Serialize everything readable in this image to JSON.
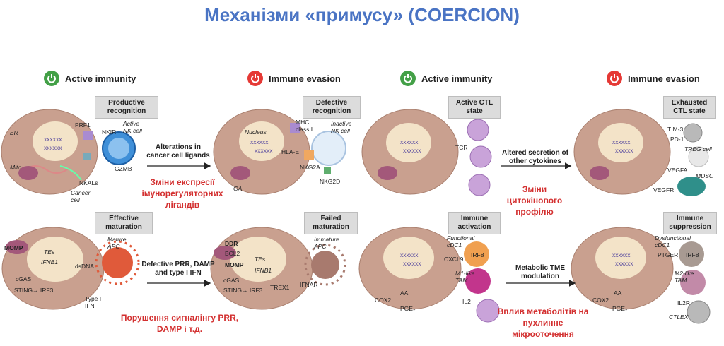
{
  "title": "Механізми «примусу» (COERCION)",
  "headers": {
    "active_immunity_left": "Active immunity",
    "immune_evasion_left": "Immune evasion",
    "active_immunity_right": "Active immunity",
    "immune_evasion_right": "Immune evasion"
  },
  "boxes": {
    "productive_recognition": "Productive recognition",
    "defective_recognition": "Defective recognition",
    "active_ctl": "Active CTL state",
    "exhausted_ctl": "Exhausted CTL state",
    "effective_maturation": "Effective maturation",
    "failed_maturation": "Failed maturation",
    "immune_activation": "Immune activation",
    "immune_suppression": "Immune suppression"
  },
  "arrows": {
    "ligands": "Alterations in cancer cell ligands",
    "cytokines": "Altered secretion of other cytokines",
    "prr": "Defective PRR, DAMP and type I IFN",
    "metabolic": "Metabolic TME modulation"
  },
  "red_notes": {
    "ligands_ua": "Зміни експресії імунорегуляторних лігандів",
    "cytokines_ua": "Зміни цитокінового профілю",
    "prr_ua": "Порушення сигналінгу PRR, DAMP і т.д.",
    "metabolic_ua": "Вплив метаболітів на пухлинне мікрооточення"
  },
  "labels": {
    "er": "ER",
    "mito": "Mito",
    "prf1": "PRF1",
    "nkir": "NKIR",
    "active_nk": "Active NK cell",
    "gzmb": "GZMB",
    "nkals": "NKALs",
    "cancer_cell": "Cancer cell",
    "nucleus": "Nucleus",
    "mhc": "MHC class I",
    "inactive_nk": "Inactive NK cell",
    "hlae": "HLA-E",
    "nkg2a": "NKG2A",
    "nkg2d": "NKG2D",
    "ga": "GA",
    "tcr": "TCR",
    "tim3": "TIM-3",
    "pd1": "PD-1",
    "treg": "TREG cell",
    "vegfa": "VEGFA",
    "vegfr": "VEGFR",
    "mdsc": "MDSC",
    "momp": "MOMP",
    "tes": "TEs",
    "ifnb1": "IFNB1",
    "dsdna": "dsDNA",
    "mature_apc": "Mature APC",
    "cgas": "cGAS",
    "sting_irf3": "STING→ IRF3",
    "type_ifn": "Type I IFN",
    "ddr": "DDR",
    "bcl2": "BCL2",
    "trex1": "TREX1",
    "immature_apc": "Immature APC",
    "ifnar": "IFNAR",
    "func_cdc1": "Functional cDC1",
    "irf8": "IRF8",
    "cxcl9": "CXCL9",
    "m1_tam": "M1-like TAM",
    "il2": "IL2",
    "aa": "AA",
    "cox2": "COX2",
    "pge2": "PGE₂",
    "dys_cdc1": "Dysfunctional cDC1",
    "ptger": "PTGER",
    "m2_tam": "M2-like TAM",
    "il2r": "IL2R",
    "ctl_ex": "CTLEX",
    "xxx": "xxxxxx"
  },
  "colors": {
    "title": "#4a74c4",
    "cell": "#c9a08f",
    "nucleus": "#f3e3c8",
    "red_note": "#d32f2f",
    "nk_active": "#3f8fd8",
    "tcell": "#c9a3d9",
    "apc": "#e05a3a",
    "macro": "#c2358c"
  }
}
